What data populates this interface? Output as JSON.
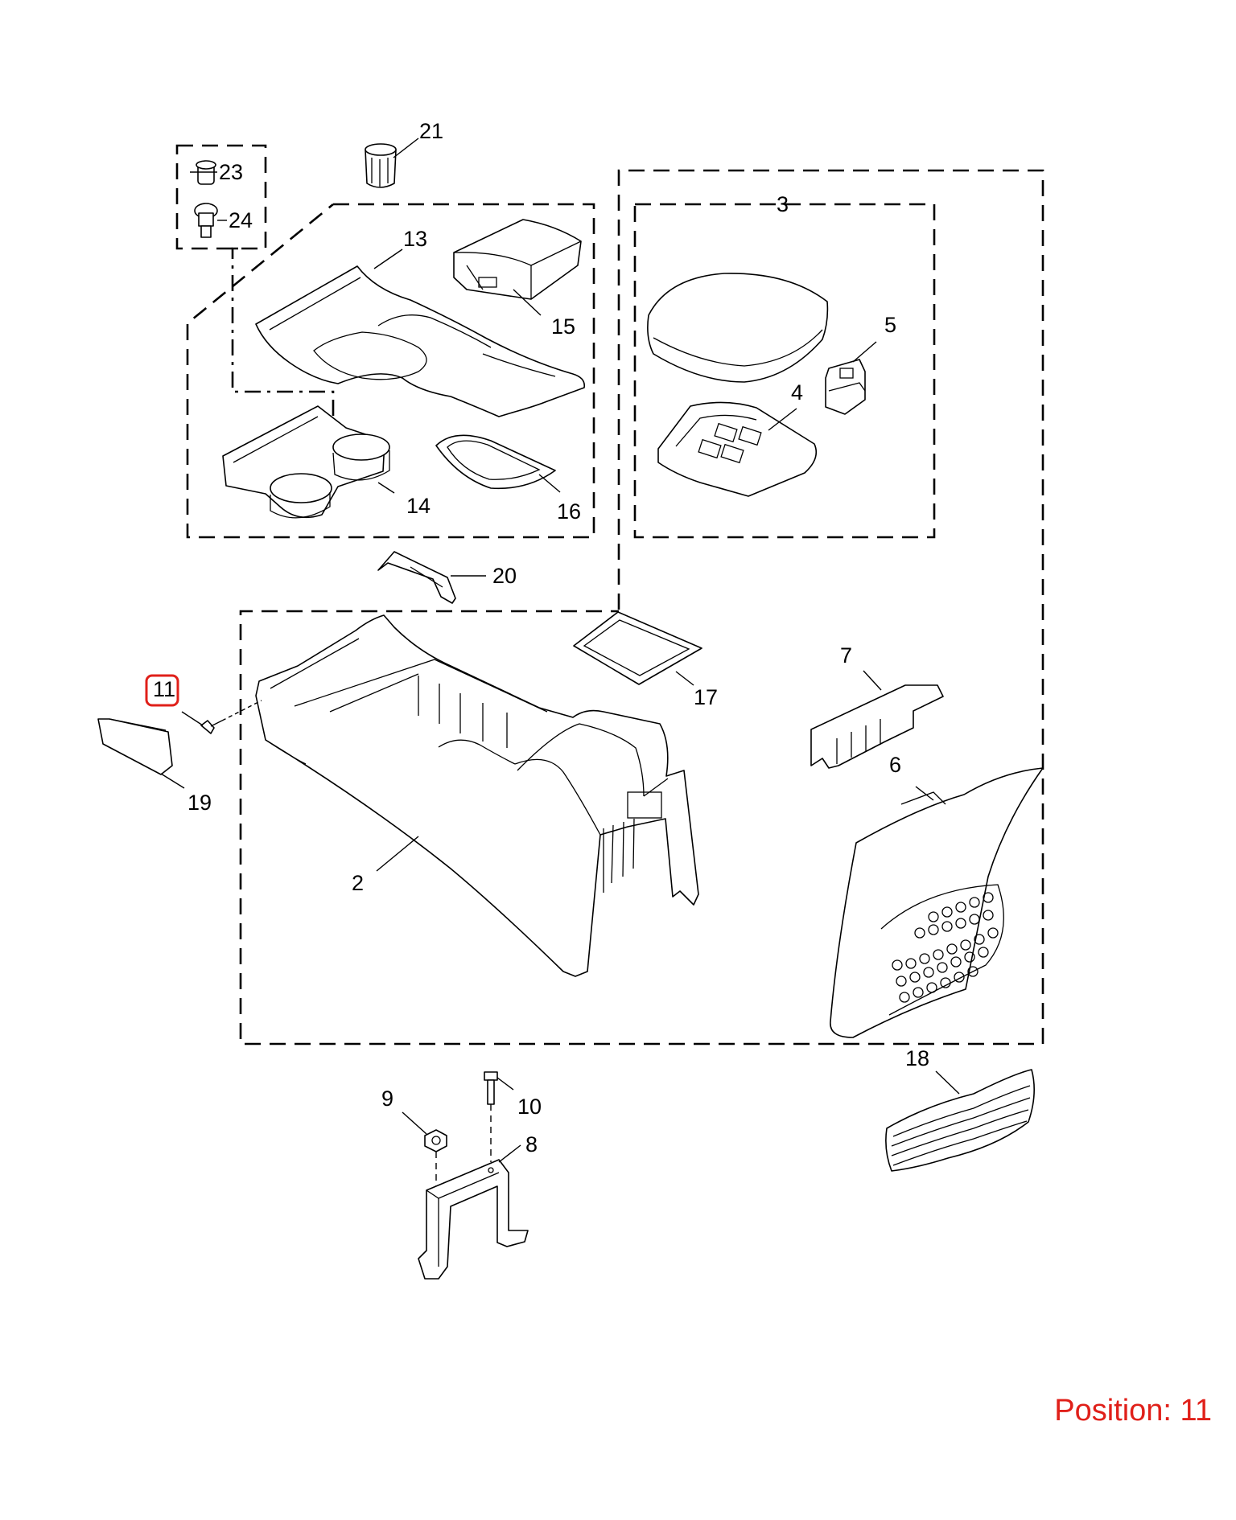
{
  "diagram": {
    "callouts": {
      "c2": "2",
      "c3": "3",
      "c4": "4",
      "c5": "5",
      "c6": "6",
      "c7": "7",
      "c8": "8",
      "c9": "9",
      "c10": "10",
      "c11": "11",
      "c13": "13",
      "c14": "14",
      "c15": "15",
      "c16": "16",
      "c17": "17",
      "c18": "18",
      "c19": "19",
      "c20": "20",
      "c21": "21",
      "c23": "23",
      "c24": "24"
    },
    "highlighted_callout": "11",
    "highlight_color": "#e0201a"
  },
  "position_label": "Position: 11"
}
